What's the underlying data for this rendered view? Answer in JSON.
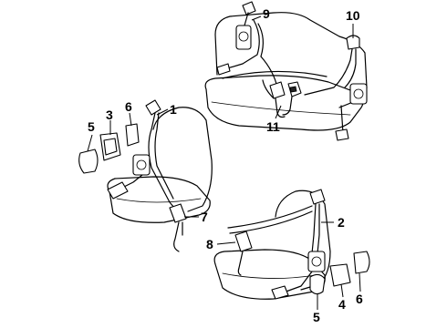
{
  "callouts": [
    {
      "id": "c1",
      "text": "1"
    },
    {
      "id": "c2",
      "text": "2"
    },
    {
      "id": "c3",
      "text": "3"
    },
    {
      "id": "c4",
      "text": "4"
    },
    {
      "id": "c5a",
      "text": "5"
    },
    {
      "id": "c5b",
      "text": "5"
    },
    {
      "id": "c6a",
      "text": "6"
    },
    {
      "id": "c6b",
      "text": "6"
    },
    {
      "id": "c7",
      "text": "7"
    },
    {
      "id": "c8",
      "text": "8"
    },
    {
      "id": "c9",
      "text": "9"
    },
    {
      "id": "c10",
      "text": "10"
    },
    {
      "id": "c11",
      "text": "11"
    }
  ]
}
